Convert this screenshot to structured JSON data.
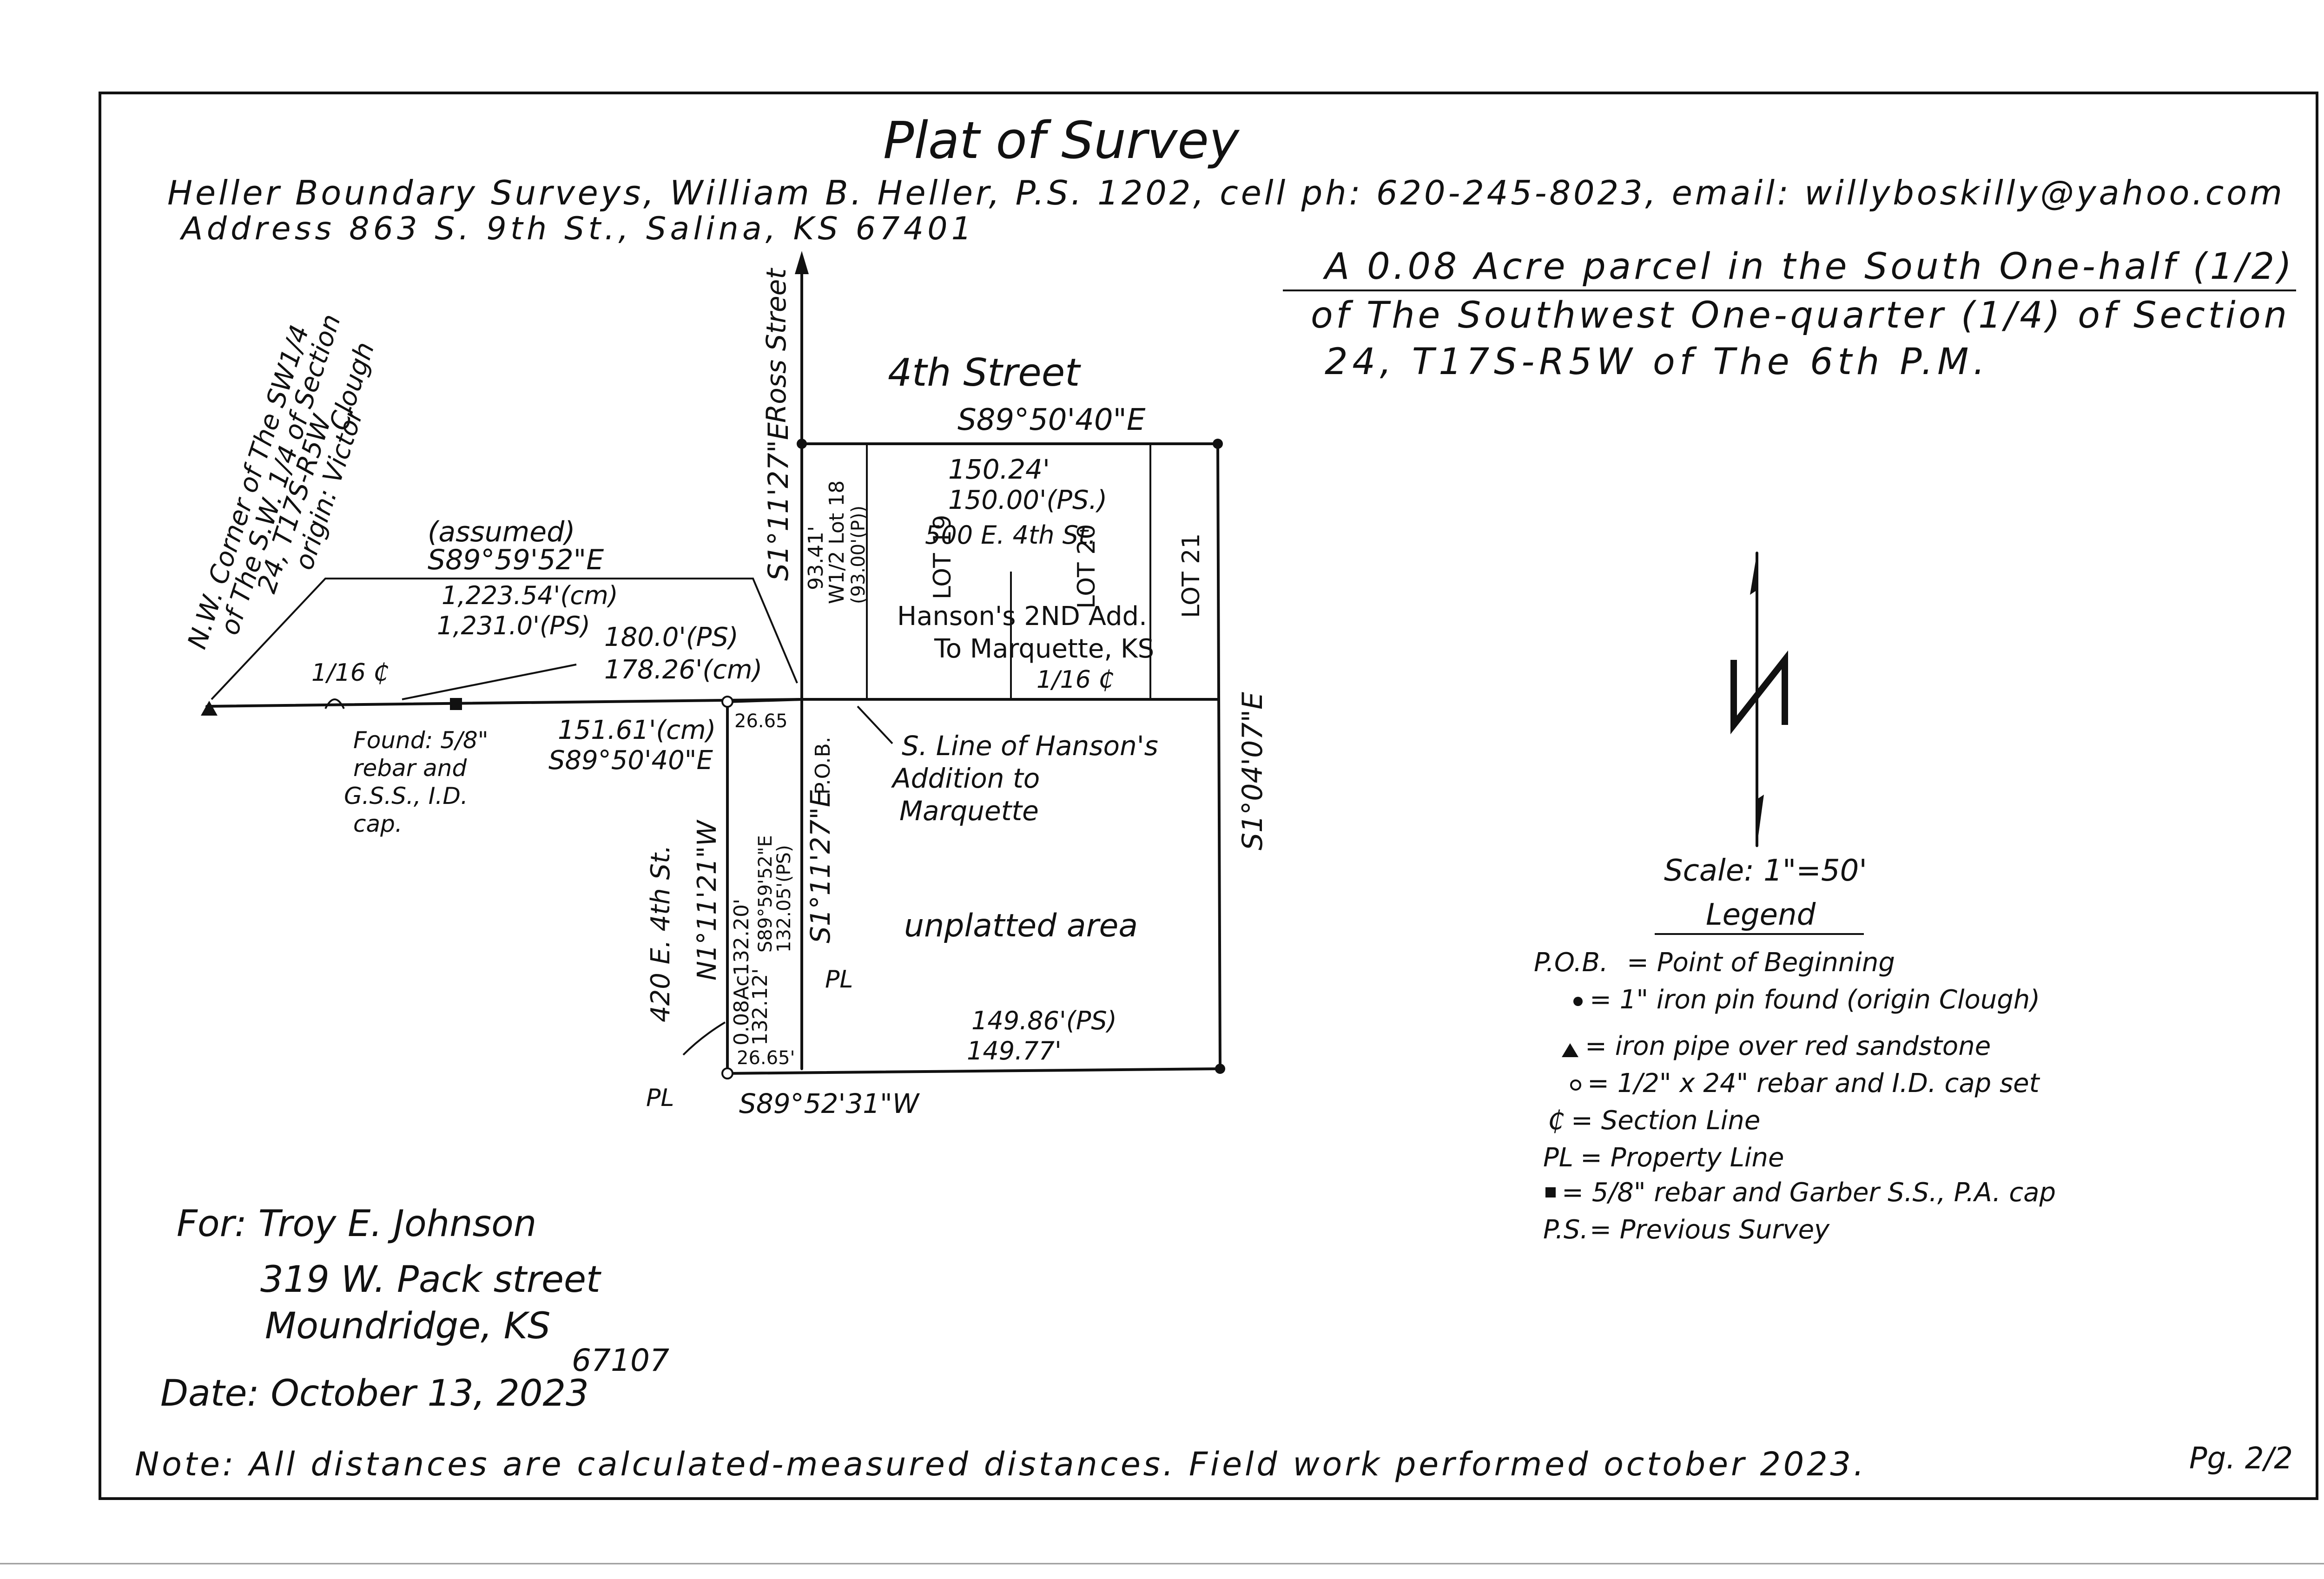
{
  "title": "Plat of Survey",
  "header": {
    "company_line": "Heller Boundary Surveys, William B. Heller, P.S. 1202, cell ph: 620-245-8023, email: willyboskilly@yahoo.com",
    "address_line": "Address 863 S. 9th St., Salina, KS 67401"
  },
  "description": {
    "line1": "A 0.08 Acre parcel in the South One-half (1/2)",
    "line2": "of The Southwest One-quarter (1/4) of Section",
    "line3": "24, T17S-R5W of The 6th P.M."
  },
  "map": {
    "ross_street": "Ross Street",
    "fourth_street": "4th Street",
    "nw_corner_label": [
      "N.W. Corner of The SW1/4",
      "of The S.W. 1/4 of Section",
      "24, T17S-R5W",
      "origin: Victor",
      "Clough"
    ],
    "assumed": "(assumed)",
    "bearing_main": "S89°59'52\"E",
    "dist_cm": "1,223.54'(cm)",
    "dist_ps": "1,231.0'(PS)",
    "dist_180_ps": "180.0'(PS)",
    "dist_178_cm": "178.26'(cm)",
    "sixteenth_line_left": "1/16 ₵",
    "found_rebar": [
      "Found: 5/8\"",
      "rebar and",
      "G.S.S., I.D.",
      "cap."
    ],
    "dist_151_cm": "151.61'(cm)",
    "bearing_151": "S89°50'40\"E",
    "top_bearing": "S89°50'40\"E",
    "top_dist": "150.24'",
    "top_dist_ps": "150.00'(PS.)",
    "address_500": "500 E. 4th St.",
    "west_bearing_upper": "S1°11'27\"E",
    "lot18_label": [
      "93.41'",
      "W1/2 Lot 18",
      "(93.00'(P))"
    ],
    "lot19": "LOT 19",
    "lot20": "LOT 20",
    "lot21": "LOT 21",
    "hansons": "Hanson's 2ND Add.",
    "to_marquette": "To Marquette, KS",
    "sixteenth_line_right": "1/16 ₵",
    "east_bearing": "S1°04'07\"E",
    "s_line": [
      "S. Line of Hanson's",
      "Addition to",
      "Marquette"
    ],
    "pob": "P.O.B.",
    "west_bearing_lower": "S1°11'27\"E",
    "top_26": "26.65",
    "bottom_26": "26.65'",
    "parcel_vertical": [
      "132.20'",
      "S89°59'52\"E",
      "132.05'(PS)"
    ],
    "parcel_vertical2": "132.12'",
    "acre_label": "0.08Ac",
    "n_bearing": "N1°11'21\"W",
    "address_420": "420 E. 4th St.",
    "unplatted": "unplatted area",
    "bottom_dist_ps": "149.86'(PS)",
    "bottom_dist": "149.77'",
    "bottom_bearing": "S89°52'31\"W",
    "pl_symbol": "PL"
  },
  "scale": "Scale: 1\"=50'",
  "legend": {
    "title": "Legend",
    "items": [
      {
        "symbol": "P.O.B.",
        "text": "= Point of Beginning"
      },
      {
        "symbol": "circle-filled",
        "text": "= 1\" iron pin found (origin Clough)"
      },
      {
        "symbol": "triangle",
        "text": "= iron pipe over red sandstone"
      },
      {
        "symbol": "circle-open",
        "text": "= 1/2\" x 24\" rebar and I.D. cap set"
      },
      {
        "symbol": "₵",
        "text": "= Section Line"
      },
      {
        "symbol": "PL",
        "text": "= Property Line"
      },
      {
        "symbol": "square",
        "text": "= 5/8\" rebar and Garber S.S., P.A. cap"
      },
      {
        "symbol": "P.S.",
        "text": "= Previous Survey"
      }
    ]
  },
  "client": {
    "for_label": "For: Troy E. Johnson",
    "street": "319 W. Pack street",
    "city": "Moundridge, KS",
    "zip": "67107"
  },
  "date": "Date: October 13, 2023",
  "note": "Note: All distances are calculated-measured distances. Field work performed october 2023.",
  "page": "Pg. 2/2"
}
